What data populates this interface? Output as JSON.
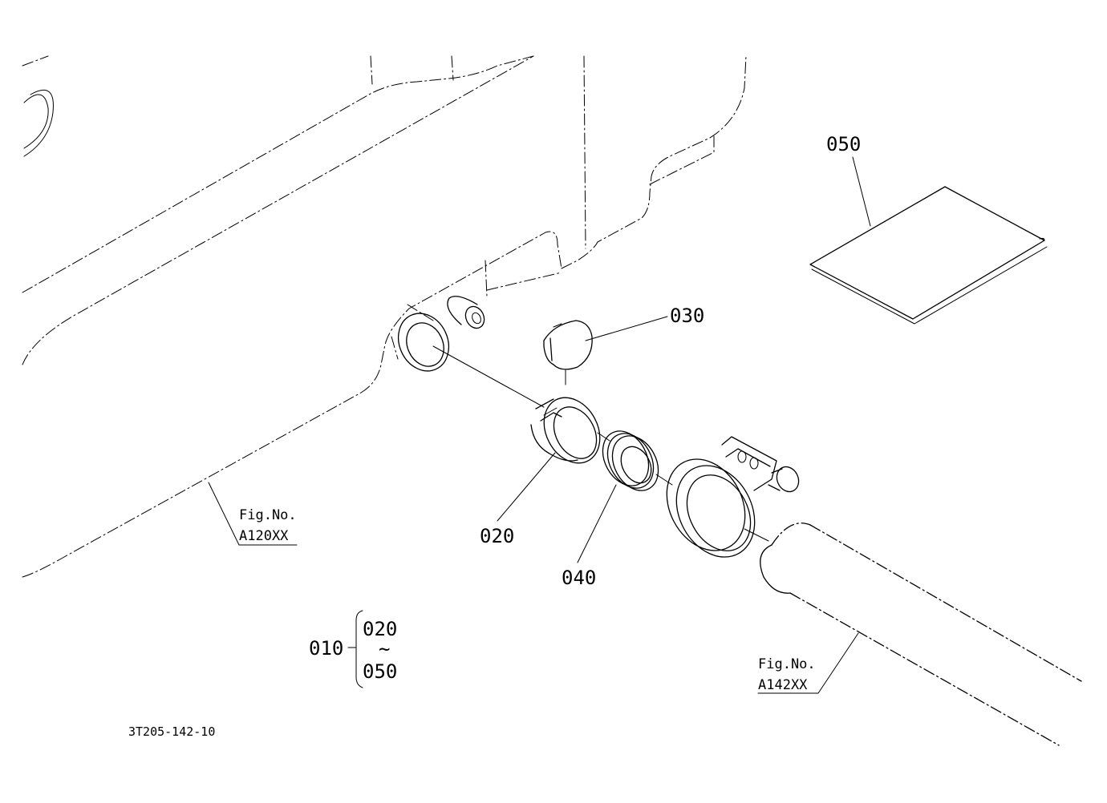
{
  "callouts": {
    "p010": "010",
    "p020": "020",
    "p030": "030",
    "p040": "040",
    "p050": "050",
    "range_from": "020",
    "range_tilde": "~",
    "range_to": "050"
  },
  "figure_refs": {
    "left_label": "Fig.No.",
    "left_code": "A120XX",
    "right_label": "Fig.No.",
    "right_code": "A142XX"
  },
  "drawing_id": "3T205-142-10",
  "colors": {
    "line": "#000000",
    "background": "#ffffff"
  }
}
